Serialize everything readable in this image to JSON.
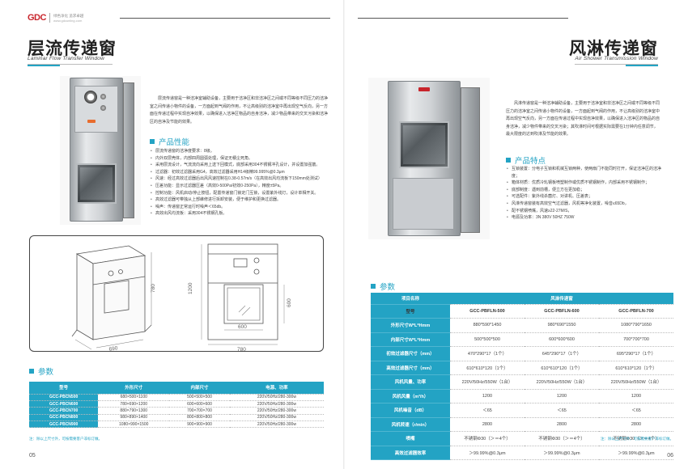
{
  "brand": {
    "logo": "GDC",
    "slogan": "绿色净化 追求卓越",
    "url": "www.gdcunling.com"
  },
  "left_page": {
    "title": "层流传递窗",
    "subtitle": "Laminar Flow Transfer Window",
    "intro": "层流传递窗是一种洁净室辅助设备，主要用于洁净区和非洁净区之间或不同等级不同压力的洁净室之间传递小物件的设备，一方面起到气阀的作用，不让高级别的洁净室中再出现空气反向，另一方面在传递过程中实现自净效果，以确保进入洁净区物品的自身洁净，减少物品带来的交叉污染和洁净区的自净及节能的效果。",
    "features_title": "产品性能",
    "features": [
      "层流传递窗的洁净度要求：8级。",
      "内外双层壳体，内部四周圆弧处理，保证无積尘死角。",
      "采用层流设计，气流流向采用上送下回模式，底部采用304不锈钢冲孔设计，并设置加强筋。",
      "过滤器：初效过滤器采用G4，高效过滤器采用H14级精99.995%@0.3μm",
      "风速：经过高效过滤器后出风风速控制在0.38-0.57m/s（在高效出风均流板下150mm处测试）",
      "压差功能：显示过滤器压差（高效0-500Pa/初效0-250Pa），精度±5Pa。",
      "控制功能：风机启动/停止按钮，配置传递窗门锁定门互锁，设置紫外线灯，设计单相开关。",
      "高效过滤器可带独从上部維修进行拆卸安装，便于维护和更换过滤器。",
      "噪声：传递窗正常运行时噪声＜65db。",
      "高效出风均流板：采用304不锈钢孔板。"
    ],
    "drawing": {
      "dim_height": "1200",
      "dim_window_h": "600",
      "dim_window_w": "600",
      "dim_width": "780",
      "dim_depth": "690",
      "dim_side": "780"
    },
    "params_title": "参数",
    "table": {
      "headers": [
        "型号",
        "外形尺寸",
        "内部尺寸",
        "电源、功率"
      ],
      "rows": [
        [
          "GCC-PBCN500",
          "680×500×1100",
          "500×500×500",
          "220V/50Hz/280-300w"
        ],
        [
          "GCC-PBCN600",
          "780×690×1200",
          "600×600×600",
          "220V/50Hz/280-300w"
        ],
        [
          "GCC-PBCN700",
          "880×790×1300",
          "700×700×700",
          "220V/50Hz/280-300w"
        ],
        [
          "GCC-PBCN800",
          "980×890×1400",
          "800×800×800",
          "220V/50Hz/280-300w"
        ],
        [
          "GCC-PBCN900",
          "1080×990×1500",
          "900×900×900",
          "220V/50Hz/280-300w"
        ]
      ]
    },
    "note": "注：除以上尺寸外，可按需要客户非标订做。",
    "page_number": "05"
  },
  "right_page": {
    "title": "风淋传递窗",
    "subtitle": "Air Shower Transmission Window",
    "intro": "风淋传递窗是一种洁净辅助设备，主要用于洁净室和非洁净区之间或不同等级不同压力的洁净室之间传递小物件的设备，一方面起到气阀的作用，不让高级别的洁净室中再出现空气反向，另一方面在传递过程中实现自净效果，以确保进入洁净区的物品的自身洁净，减少物件带来的交叉污染；其吹淋时间可根据实际需要在1分钟内任意调节，最大限度的达到吹淋及节能的效果。",
    "features_title": "产品特点",
    "features": [
      "互锁装置：分电子互锁和机械互锁两种，使两扇门不能同时打开，保证洁净区的洁净度；",
      "箱体材质：优质冷轧钢板喷塑制作或优质不锈钢制作，内部采用不锈钢制作；",
      "底部制度：遇到前槽，便立方在更加稳；",
      "可选配件：紫外线杀菌灯、对讲机、压差表；",
      "风淋传递窗装有高效空气过滤器，风机等净化装置，噪音≤65Db，",
      "配不锈钢喷嘴，风速≥22-27M/S，",
      "电源及功率：3N 380V 50HZ 750W"
    ],
    "params_title": "参数",
    "table": {
      "group_label": "项目名称",
      "group_title": "风淋传递窗",
      "model_label": "型号",
      "models": [
        "GCC-PBFLN-500",
        "GCC-PBFLN-600",
        "GCC-PBFLN-700"
      ],
      "rows": [
        {
          "label": "外形尺寸W*L*Hmm",
          "values": [
            "880*590*1450",
            "980*690*1550",
            "1080*790*1650"
          ]
        },
        {
          "label": "内部尺寸W*L*Hmm",
          "values": [
            "500*500*500",
            "600*600*600",
            "700*700*700"
          ]
        },
        {
          "label": "初效过滤器尺寸（mm）",
          "values": [
            "470*290*17（1个）",
            "645*290*17（1个）",
            "695*290*17（1个）"
          ]
        },
        {
          "label": "高效过滤器尺寸（mm）",
          "values": [
            "610*610*120（1个）",
            "610*610*120（1个）",
            "610*610*120（1个）"
          ]
        },
        {
          "label": "风机风量、功率",
          "values": [
            "220V/50Hz/550W（1台）",
            "220V/50Hz/550W（1台）",
            "220V/50Hz/550W（1台）"
          ]
        },
        {
          "label": "风机风量（m³/h）",
          "values": [
            "1200",
            "1200",
            "1200"
          ]
        },
        {
          "label": "风机噪音（dB）",
          "values": [
            "＜65",
            "＜65",
            "＜65"
          ]
        },
        {
          "label": "风机转速（r/min）",
          "values": [
            "2800",
            "2800",
            "2800"
          ]
        },
        {
          "label": "喷嘴",
          "values": [
            "不锈钢Φ30（＞＝4个）",
            "不锈钢Φ30（＞＝4个）",
            "不锈钢Φ30（＞＝4个）"
          ]
        },
        {
          "label": "高效过滤器效率",
          "values": [
            "＞99.99%@0.3μm",
            "＞99.99%@0.3μm",
            "＞99.99%@0.3μm"
          ]
        }
      ]
    },
    "note": "注：除以上尺寸外，可按需要客户非标订做。",
    "page_number": "06"
  },
  "colors": {
    "accent": "#23a3c4",
    "logo_red": "#c8242b"
  }
}
